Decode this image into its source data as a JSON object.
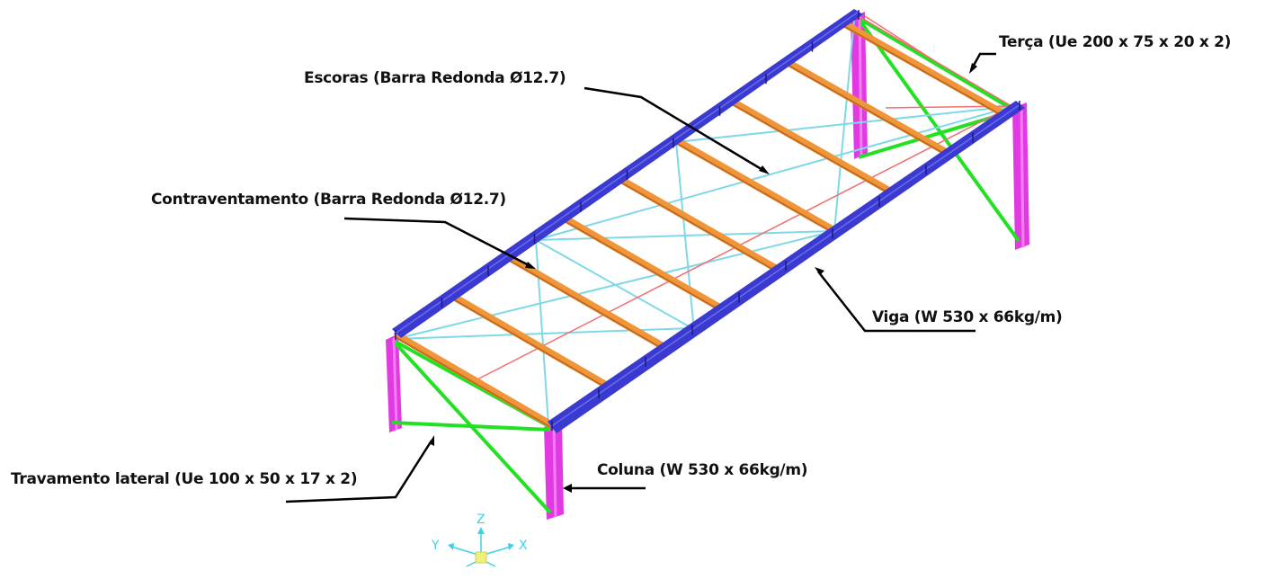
{
  "labels": {
    "terca": "Terça (Ue 200 x 75 x 20 x 2)",
    "escoras": "Escoras (Barra Redonda Ø12.7)",
    "contraventamento": "Contraventamento (Barra Redonda Ø12.7)",
    "viga": "Viga (W 530 x 66kg/m)",
    "travamento": "Travamento lateral (Ue 100 x 50 x 17 x 2)",
    "coluna": "Coluna (W 530 x 66kg/m)"
  },
  "axes": {
    "z": "Z",
    "y": "Y",
    "x": "X"
  },
  "colors": {
    "beam": "#3a3ad0",
    "beam_light": "#6a6af0",
    "purlin": "#f0963a",
    "purlin_dark": "#c86a1e",
    "column": "#e23ae2",
    "column_light": "#f57cf5",
    "lateral_bracing": "#22e022",
    "bracing": "#7fd8e8",
    "struts": "#f07070",
    "leader": "#000000",
    "axis": "#3fd0ea"
  }
}
